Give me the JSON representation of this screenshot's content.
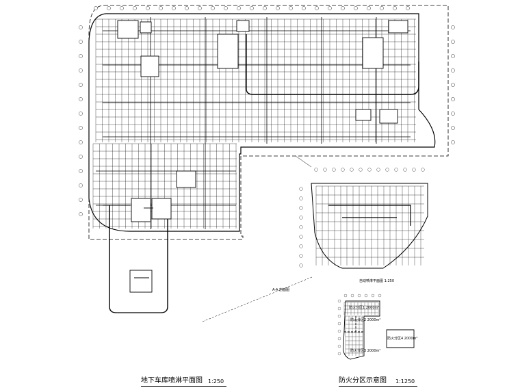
{
  "drawing": {
    "main_title": "地下车库喷淋平面图",
    "main_scale": "1:250",
    "fire_title": "防火分区示意图",
    "fire_scale": "1:1250",
    "inset_caption": "自动喷淋平面图 1:250",
    "detail_caption": "A-A 剖面图",
    "zone_1": "防火分区1 2000m²",
    "zone_2": "防火分区2 2000m²",
    "zone_3": "防火分区3 2000m²",
    "zone_4": "防火分区4 2000m²"
  },
  "colors": {
    "line": "#000000",
    "background": "#ffffff"
  }
}
